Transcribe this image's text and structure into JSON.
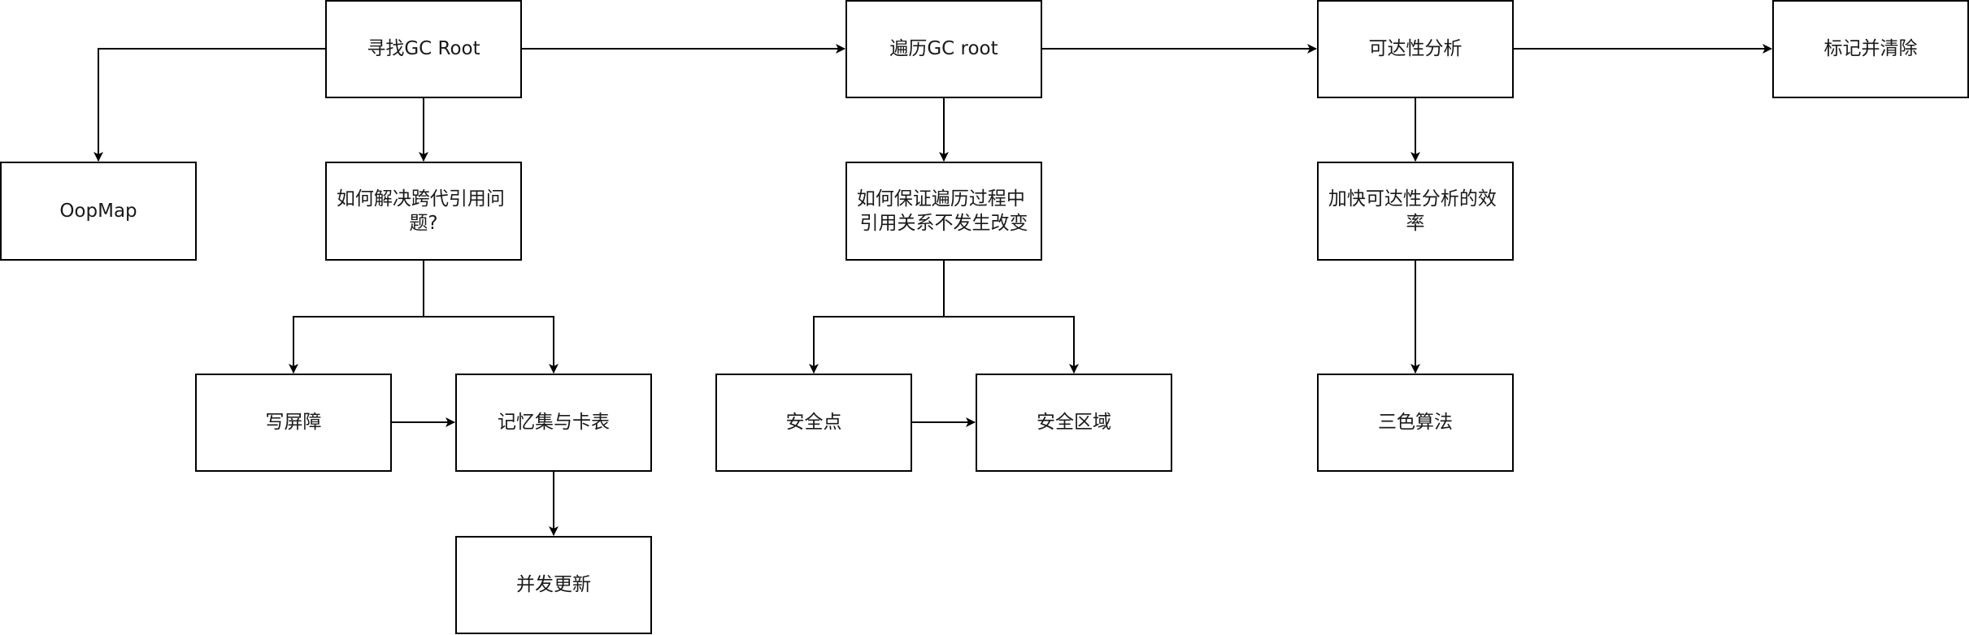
{
  "nodes": {
    "find_gc_root": {
      "lines": [
        "寻找GC Root"
      ]
    },
    "traverse_gc_root": {
      "lines": [
        "遍历GC root"
      ]
    },
    "reachability": {
      "lines": [
        "可达性分析"
      ]
    },
    "mark_sweep": {
      "lines": [
        "标记并清除"
      ]
    },
    "oopmap": {
      "lines": [
        "OopMap"
      ]
    },
    "cross_gen_ref": {
      "lines": [
        "如何解决跨代引用问",
        "题?"
      ]
    },
    "keep_refs_stable": {
      "lines": [
        "如何保证遍历过程中",
        "引用关系不发生改变"
      ]
    },
    "speed_up_reachability": {
      "lines": [
        "加快可达性分析的效",
        "率"
      ]
    },
    "write_barrier": {
      "lines": [
        "写屏障"
      ]
    },
    "remembered_set": {
      "lines": [
        "记忆集与卡表"
      ]
    },
    "safepoint": {
      "lines": [
        "安全点"
      ]
    },
    "safe_region": {
      "lines": [
        "安全区域"
      ]
    },
    "tricolor": {
      "lines": [
        "三色算法"
      ]
    },
    "concurrent_update": {
      "lines": [
        "并发更新"
      ]
    }
  },
  "edges": [
    {
      "from": "find_gc_root",
      "to": "traverse_gc_root"
    },
    {
      "from": "traverse_gc_root",
      "to": "reachability"
    },
    {
      "from": "reachability",
      "to": "mark_sweep"
    },
    {
      "from": "find_gc_root",
      "to": "oopmap"
    },
    {
      "from": "find_gc_root",
      "to": "cross_gen_ref"
    },
    {
      "from": "traverse_gc_root",
      "to": "keep_refs_stable"
    },
    {
      "from": "reachability",
      "to": "speed_up_reachability"
    },
    {
      "from": "cross_gen_ref",
      "to": "write_barrier"
    },
    {
      "from": "cross_gen_ref",
      "to": "remembered_set"
    },
    {
      "from": "write_barrier",
      "to": "remembered_set"
    },
    {
      "from": "remembered_set",
      "to": "concurrent_update"
    },
    {
      "from": "keep_refs_stable",
      "to": "safepoint"
    },
    {
      "from": "keep_refs_stable",
      "to": "safe_region"
    },
    {
      "from": "safepoint",
      "to": "safe_region"
    },
    {
      "from": "speed_up_reachability",
      "to": "tricolor"
    }
  ]
}
